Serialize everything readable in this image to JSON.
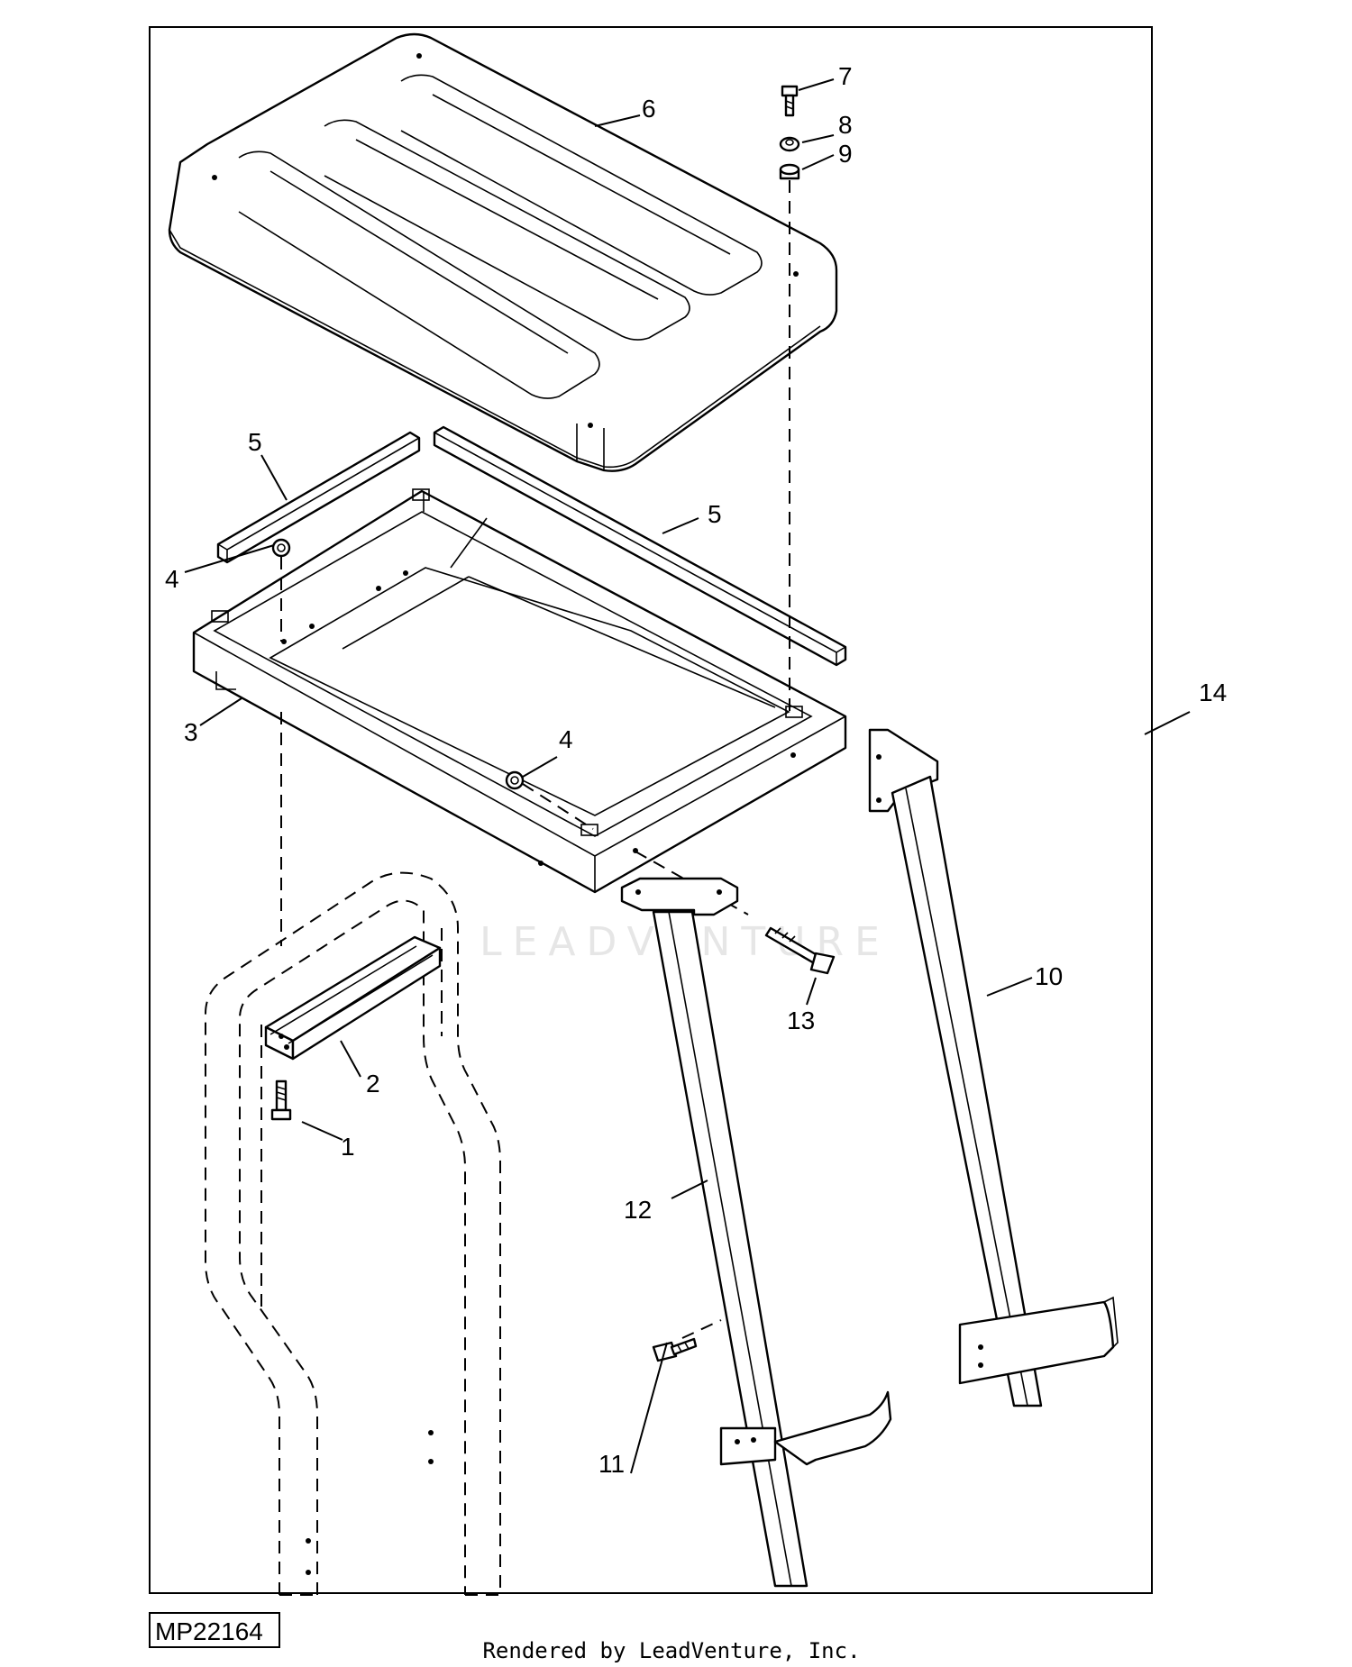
{
  "diagram": {
    "figure_id": "MP22164",
    "footer": "Rendered by LeadVenture, Inc.",
    "watermark": "LEADVENTURE",
    "callouts": [
      {
        "id": "c1",
        "label": "1"
      },
      {
        "id": "c2",
        "label": "2"
      },
      {
        "id": "c3",
        "label": "3"
      },
      {
        "id": "c4a",
        "label": "4"
      },
      {
        "id": "c4b",
        "label": "4"
      },
      {
        "id": "c5a",
        "label": "5"
      },
      {
        "id": "c5b",
        "label": "5"
      },
      {
        "id": "c6",
        "label": "6"
      },
      {
        "id": "c7",
        "label": "7"
      },
      {
        "id": "c8",
        "label": "8"
      },
      {
        "id": "c9",
        "label": "9"
      },
      {
        "id": "c10",
        "label": "10"
      },
      {
        "id": "c11",
        "label": "11"
      },
      {
        "id": "c12",
        "label": "12"
      },
      {
        "id": "c13",
        "label": "13"
      },
      {
        "id": "c14",
        "label": "14"
      }
    ]
  }
}
